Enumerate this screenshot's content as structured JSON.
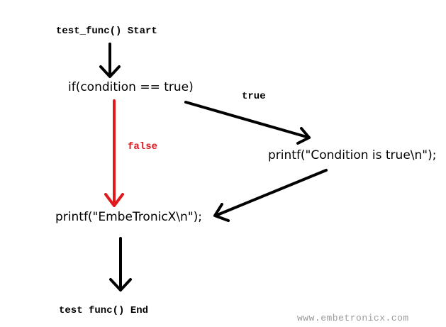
{
  "nodes": {
    "start": "test_func() Start",
    "condition": "if(condition == true)",
    "printf_true": "printf(\"Condition is true\\n\");",
    "printf_main": "printf(\"EmbeTronicX\\n\");",
    "end": "test func() End"
  },
  "edge_labels": {
    "true_label": "true",
    "false_label": "false"
  },
  "watermark": "www.embetronicx.com",
  "colors": {
    "arrow_default": "#000000",
    "arrow_false": "#e0191e",
    "false_label": "#e0191e",
    "watermark": "#9a9a9a"
  }
}
